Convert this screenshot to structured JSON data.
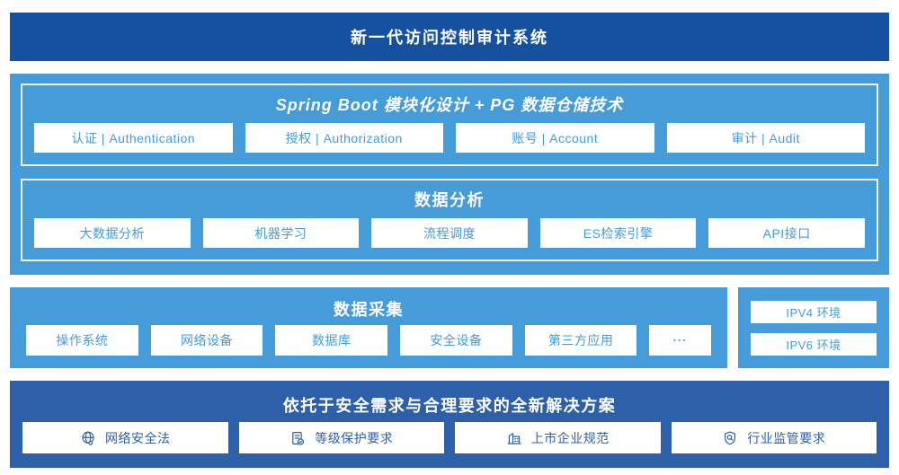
{
  "banner": {
    "title": "新一代访问控制审计系统"
  },
  "colors": {
    "banner_navy": "#16519f",
    "section_blue": "#459cd8",
    "solution_navy": "#2e5fa9",
    "box_bg": "#ffffff"
  },
  "platform": {
    "module_layer": {
      "title": "Spring Boot 模块化设计 + PG 数据仓储技术",
      "items": [
        {
          "label": "认证 | Authentication"
        },
        {
          "label": "授权 | Authorization"
        },
        {
          "label": "账号 | Account"
        },
        {
          "label": "审计 | Audit"
        }
      ]
    },
    "analysis_layer": {
      "title": "数据分析",
      "items": [
        {
          "label": "大数据分析"
        },
        {
          "label": "机器学习"
        },
        {
          "label": "流程调度"
        },
        {
          "label": "ES检索引擎"
        },
        {
          "label": "API接口"
        }
      ]
    }
  },
  "collection": {
    "title": "数据采集",
    "items": [
      {
        "label": "操作系统"
      },
      {
        "label": "网络设备"
      },
      {
        "label": "数据库"
      },
      {
        "label": "安全设备"
      },
      {
        "label": "第三方应用"
      },
      {
        "label": "⋯"
      }
    ],
    "env_panel": {
      "items": [
        {
          "label": "IPV4 环境"
        },
        {
          "label": "IPV6 环境"
        }
      ]
    }
  },
  "solution": {
    "title": "依托于安全需求与合理要求的全新解决方案",
    "items": [
      {
        "icon": "globe-icon",
        "label": "网络安全法"
      },
      {
        "icon": "document-check-icon",
        "label": "等级保护要求"
      },
      {
        "icon": "building-icon",
        "label": "上市企业规范"
      },
      {
        "icon": "shield-search-icon",
        "label": "行业监管要求"
      }
    ]
  }
}
